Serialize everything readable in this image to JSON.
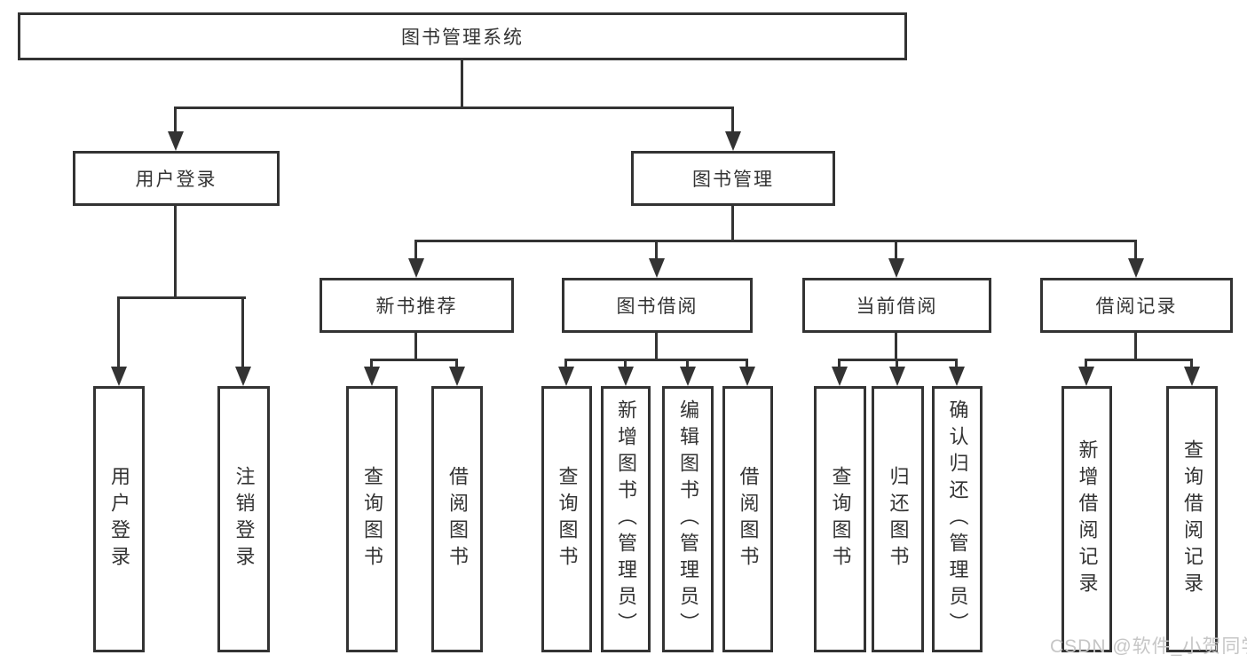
{
  "diagram": {
    "title": "图书管理系统",
    "level2": [
      "用户登录",
      "图书管理"
    ],
    "level3": [
      "新书推荐",
      "图书借阅",
      "当前借阅",
      "借阅记录"
    ],
    "leaves": {
      "user_login": [
        "用户登录",
        "注销登录"
      ],
      "new_book": [
        "查询图书",
        "借阅图书"
      ],
      "borrow": [
        "查询图书",
        "新增图书（管理员）",
        "编辑图书（管理员）",
        "借阅图书"
      ],
      "current": [
        "查询图书",
        "归还图书",
        "确认归还（管理员）"
      ],
      "record": [
        "新增借阅记录",
        "查询借阅记录"
      ]
    }
  },
  "watermark": {
    "text": "CSDN @软件_小贺同学"
  },
  "colors": {
    "line": "#333333",
    "box_border": "#333333",
    "text": "#333333",
    "watermark": "#c6c6c6",
    "background": "#ffffff"
  }
}
